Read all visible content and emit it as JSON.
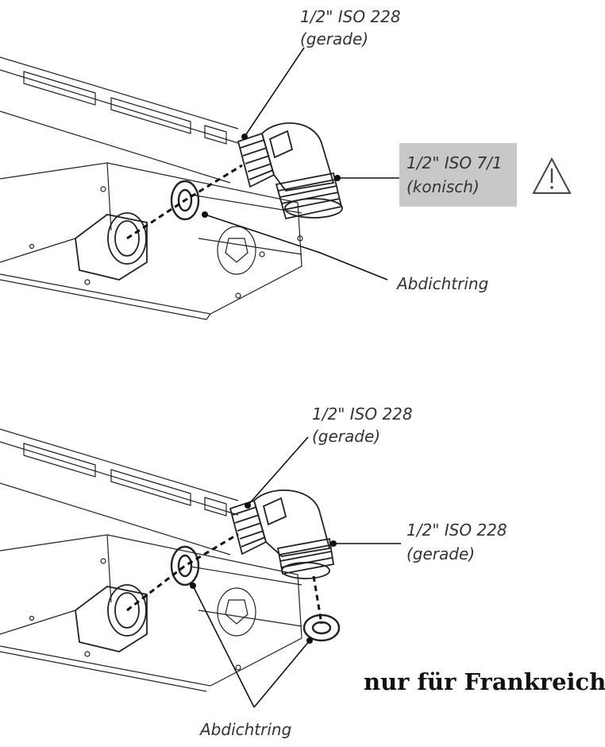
{
  "top": {
    "label_straight": [
      "1/2\"  ISO 228",
      "(gerade)"
    ],
    "label_conical": [
      "1/2\"  ISO 7/1",
      "(konisch)"
    ],
    "label_seal": "Abdichtring",
    "warning_icon": "warning-triangle-icon",
    "highlight_color": "#c8c8c8"
  },
  "bottom": {
    "label_straight_upper": [
      "1/2\"  ISO 228",
      "(gerade)"
    ],
    "label_straight_lower": [
      "1/2\"  ISO 228",
      "(gerade)"
    ],
    "label_seal": "Abdichtring",
    "note": "nur für Frankreich"
  }
}
